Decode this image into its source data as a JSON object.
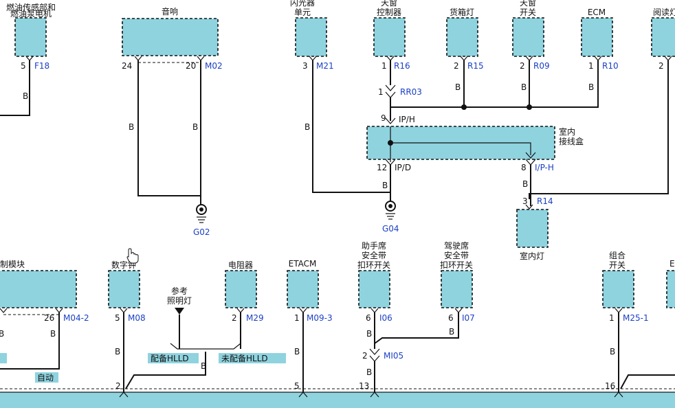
{
  "components": {
    "fuel_sender": [
      "燃油传感部和",
      "燃油泵电机"
    ],
    "audio": "音响",
    "flasher": [
      "闪光器",
      "单元"
    ],
    "sunroof_ctrl": [
      "天窗",
      "控制器"
    ],
    "cargo_lamp": "货箱灯",
    "sunroof_sw": [
      "天窗",
      "开关"
    ],
    "ecm": "ECM",
    "reading": "阅读灯",
    "junction_box": [
      "室内",
      "接线盒"
    ],
    "room_lamp": "室内灯",
    "control_module": "制模块",
    "digital_clock": "数字钟",
    "illum": [
      "参考",
      "照明灯"
    ],
    "resistor": "电阻器",
    "etacm": "ETACM",
    "pass_buckle": [
      "助手席",
      "安全带",
      "扣环开关"
    ],
    "driver_buckle": [
      "驾驶席",
      "安全带",
      "扣环开关"
    ],
    "combo_sw": [
      "组合",
      "开关"
    ],
    "edge_e": "E"
  },
  "connectors": {
    "f18": "F18",
    "m02": "M02",
    "m21": "M21",
    "r16": "R16",
    "rr03": "RR03",
    "r15": "R15",
    "r09": "R09",
    "r10": "R10",
    "iph": "IP/H",
    "ipd": "IP/D",
    "ip_h": "I/P-H",
    "r14": "R14",
    "m04_2": "M04-2",
    "m08": "M08",
    "m29": "M29",
    "m09_3": "M09-3",
    "i06": "I06",
    "i07": "I07",
    "mi05": "MI05",
    "m25_1": "M25-1"
  },
  "pins": {
    "p5a": "5",
    "p24": "24",
    "p20": "20",
    "p3a": "3",
    "p1a": "1",
    "p1b": "1",
    "p9": "9",
    "p2a": "2",
    "p2b": "2",
    "p1c": "1",
    "p2c": "2",
    "p12": "12",
    "p8": "8",
    "p3b": "3",
    "p26": "26",
    "p5b": "5",
    "p2d": "2",
    "p1d": "1",
    "p6a": "6",
    "p6b": "6",
    "p2e": "2",
    "p1e": "1",
    "b2": "2",
    "b5": "5",
    "b13": "13",
    "b16": "16"
  },
  "wire_color": "B",
  "grounds": {
    "g02": "G02",
    "g04": "G04"
  },
  "tags": {
    "equipped": "配备HLLD",
    "not_equipped": "未配备HLLD",
    "auto": "自动"
  },
  "colors": {
    "component": "#8fd3df",
    "connector_text": "#1a3fc4",
    "wire": "#111111"
  }
}
